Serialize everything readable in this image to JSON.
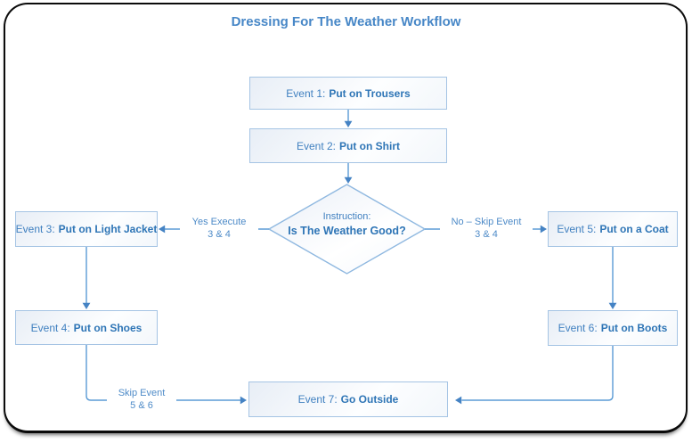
{
  "title": "Dressing For The Weather Workflow",
  "colors": {
    "title_text": "#4787c7",
    "frame_border": "#0b0b0b",
    "node_border": "#a5c4e4",
    "node_text": "#4080c0",
    "node_text_bold": "#2e75b6",
    "connector": "#5b9bd5",
    "arrowhead": "#4583c4",
    "label_text": "#4e8bc8",
    "background": "#ffffff"
  },
  "nodes": {
    "event1": {
      "prefix": "Event 1:",
      "label": "Put on Trousers"
    },
    "event2": {
      "prefix": "Event 2:",
      "label": "Put on Shirt"
    },
    "decision": {
      "prefix": "Instruction:",
      "label": "Is The Weather Good?"
    },
    "event3": {
      "prefix": "Event 3:",
      "label": "Put on Light Jacket"
    },
    "event4": {
      "prefix": "Event 4:",
      "label": "Put on Shoes"
    },
    "event5": {
      "prefix": "Event 5:",
      "label": "Put on a Coat"
    },
    "event6": {
      "prefix": "Event 6:",
      "label": "Put on Boots"
    },
    "event7": {
      "prefix": "Event 7:",
      "label": "Go Outside"
    }
  },
  "edge_labels": {
    "yes": {
      "line1": "Yes Execute",
      "line2": "3 & 4"
    },
    "no": {
      "line1": "No – Skip Event",
      "line2": "3 & 4"
    },
    "skip": {
      "line1": "Skip Event",
      "line2": "5 & 6"
    }
  }
}
